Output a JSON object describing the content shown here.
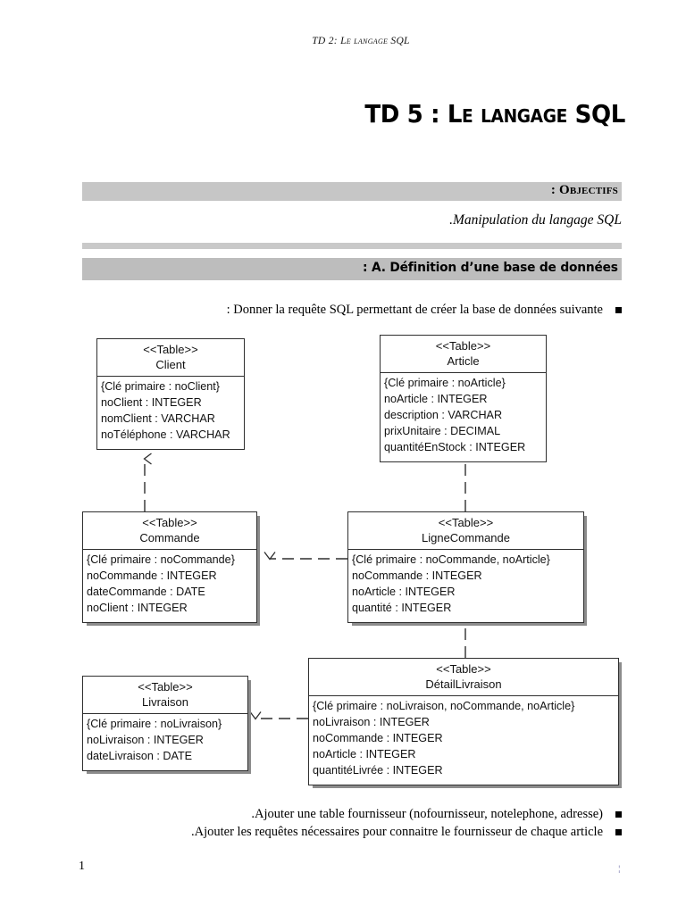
{
  "document": {
    "running_header": "TD  2: Le langage SQL",
    "title": "TD 5 : Le langage SQL",
    "page_number": "1",
    "footer_mark": "¦"
  },
  "objectifs": {
    "heading": ": Objectifs",
    "text": ".Manipulation du langage SQL"
  },
  "section_a": {
    "heading": ": A.  Définition d’une base de données",
    "question": ": Donner la requête SQL permettant de créer la base de données suivante"
  },
  "diagram": {
    "stereotype": "<<Table>>",
    "tables": [
      {
        "name": "Client",
        "attributes": [
          "{Clé primaire : noClient}",
          "noClient : INTEGER",
          "nomClient : VARCHAR",
          "noTéléphone : VARCHAR"
        ]
      },
      {
        "name": "Article",
        "attributes": [
          "{Clé primaire : noArticle}",
          "noArticle : INTEGER",
          "description : VARCHAR",
          "prixUnitaire : DECIMAL",
          "quantitéEnStock : INTEGER"
        ]
      },
      {
        "name": "Commande",
        "attributes": [
          "{Clé primaire : noCommande}",
          "noCommande : INTEGER",
          "dateCommande : DATE",
          "noClient : INTEGER"
        ]
      },
      {
        "name": "LigneCommande",
        "attributes": [
          "{Clé primaire : noCommande, noArticle}",
          "noCommande : INTEGER",
          "noArticle : INTEGER",
          "quantité : INTEGER"
        ]
      },
      {
        "name": "Livraison",
        "attributes": [
          "{Clé primaire : noLivraison}",
          "noLivraison : INTEGER",
          "dateLivraison : DATE"
        ]
      },
      {
        "name": "DétailLivraison",
        "attributes": [
          "{Clé primaire : noLivraison, noCommande, noArticle}",
          "noLivraison : INTEGER",
          "noCommande : INTEGER",
          "noArticle : INTEGER",
          "quantitéLivrée : INTEGER"
        ]
      }
    ]
  },
  "footer_tasks": [
    ".Ajouter une table fournisseur (nofournisseur, notelephone, adresse)",
    ".Ajouter les requêtes nécessaires pour connaitre le fournisseur de chaque article"
  ],
  "colors": {
    "bar_light": "#c6c6c6",
    "bar_divider": "#c9c9c9",
    "bar_section": "#bdbdbd",
    "box_border": "#2f2f2f",
    "text": "#000000"
  }
}
